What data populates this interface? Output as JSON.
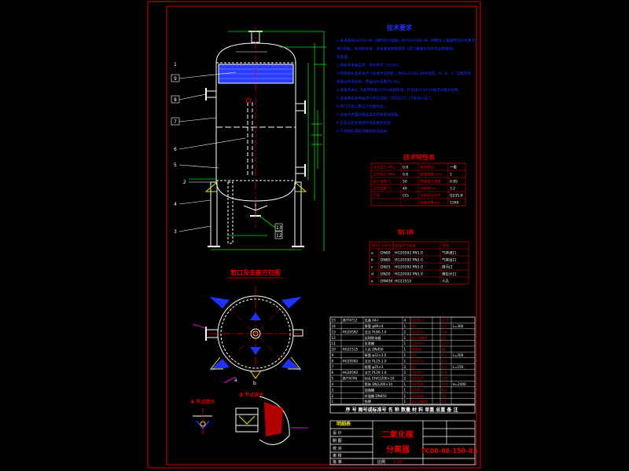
{
  "title_block": {
    "drawing_name_line1": "二氧化碳",
    "drawing_name_line2": "分离器",
    "drawing_number": "TC08-08-150-03",
    "header_row": "序 号 图号或标准号 名 称 数量 材 料 单重 总重 备 注",
    "parts_header": "明细表",
    "scale_label": "比例",
    "scale_value": "1:20"
  },
  "sections": {
    "tech_requirements_title": "技术要求",
    "tech_data_title": "技术特性表",
    "nozzle_table_title": "管口表",
    "orientation_title": "管口及支座方位图"
  },
  "tech_requirements_lines": [
    "1.本设备按GB150-98《钢制压力容器》及HG20584-98《钢制化工容器制造技术要求》",
    "进行制造、检验和验收，并接受劳动部颁发《压力容器安全技术监察规程》",
    "的监督。",
    "2.焊接采用电弧焊，焊条牌号：E4303。",
    "3.焊接接头型式及尺寸除图中注明外，按HG20583-98中规定，A、B、C、D类焊缝",
    "采用全焊透结构，焊接接头系数为0.85。",
    "4.设备壳体A、B类焊缝进行20%射线检测，符合JB4730-94规定III级为合格。",
    "5.设备制造完毕后进行水压试验，试验压力1.25倍设计压力。",
    "6.管口方位以管口方位图为准。",
    "7.设备外表面除锈后涂红丹防锈漆两遍。",
    "8.支座与筒体连接焊缝采用连续焊。",
    "9.不锈钢丝网除沫器按标准选用。"
  ],
  "tech_table": [
    [
      "设计压力 MPa",
      "0.8",
      "容器类别",
      "一类"
    ],
    [
      "工作压力 MPa",
      "0.6",
      "腐蚀裕量 mm",
      "1"
    ],
    [
      "设计温度 ℃",
      "50",
      "焊接接头系数",
      "0.85"
    ],
    [
      "工作温度 ℃",
      "40",
      "全容积 m³",
      "3.2"
    ],
    [
      "介质",
      "CO₂",
      "主要受压元件",
      "Q235-B"
    ],
    [
      "",
      "",
      "设备净重 kg",
      "1260"
    ]
  ],
  "nozzle_table": [
    [
      "符号",
      "公称尺寸",
      "连接尺寸标准",
      "用途"
    ],
    [
      "a",
      "DN80",
      "HG20592 PN1.0",
      "气体进口"
    ],
    [
      "b",
      "DN80",
      "HG20592 PN1.0",
      "气体出口"
    ],
    [
      "c",
      "DN25",
      "HG20592 PN1.0",
      "排污口"
    ],
    [
      "d",
      "DN20",
      "HG20592 PN1.0",
      "液位计口"
    ],
    [
      "e",
      "DN450",
      "HG21515",
      "人孔"
    ]
  ],
  "parts_rows": [
    [
      "15",
      "JB/T4712",
      "支座 A4-I",
      "4",
      "Q235-A",
      "",
      "32.8",
      ""
    ],
    [
      "14",
      "",
      "接管 φ89×4",
      "1",
      "20",
      "",
      "4.5",
      "L=300"
    ],
    [
      "13",
      "HG20592",
      "法兰 PL80-1.0",
      "2",
      "Q235-A",
      "",
      "5.8",
      ""
    ],
    [
      "12",
      "",
      "丝网除沫器",
      "1",
      "0Cr18Ni9",
      "",
      "35",
      ""
    ],
    [
      "11",
      "",
      "支承圈",
      "1",
      "Q235-A",
      "",
      "12.5",
      ""
    ],
    [
      "10",
      "HG21515",
      "人孔 DN450",
      "1",
      "组合件",
      "",
      "86",
      ""
    ],
    [
      "9",
      "",
      "接管 φ32×3.5",
      "1",
      "20",
      "",
      "0.6",
      "L=200"
    ],
    [
      "8",
      "HG20592",
      "法兰 PL25-1.0",
      "1",
      "Q235-A",
      "",
      "1.2",
      ""
    ],
    [
      "7",
      "",
      "接管 φ25×3",
      "2",
      "20",
      "",
      "0.4",
      "L=150"
    ],
    [
      "6",
      "HG20592",
      "法兰 PL20-1.0",
      "2",
      "Q235-A",
      "",
      "0.9",
      ""
    ],
    [
      "5",
      "JB/T4746",
      "封头 EHA1200×10",
      "2",
      "Q235-B",
      "",
      "135",
      ""
    ],
    [
      "4",
      "",
      "筒体 DN1200×10",
      "1",
      "Q235-B",
      "",
      "620",
      "H=2400"
    ],
    [
      "3",
      "",
      "加强圈",
      "1",
      "Q235-A",
      "",
      "8.6",
      ""
    ],
    [
      "2",
      "",
      "补强圈 DN450",
      "1",
      "Q235-B",
      "",
      "18",
      ""
    ],
    [
      "1",
      "",
      "铭牌",
      "1",
      "0Cr18Ni9",
      "",
      "0.5",
      ""
    ]
  ],
  "sign_rows": [
    "设 计",
    "制 图",
    "校 对",
    "审 核",
    "批 准"
  ],
  "leader_labels": [
    "9",
    "8",
    "7",
    "6",
    "5",
    "4",
    "3",
    "2",
    "1"
  ],
  "side_label_a": "a",
  "side_label_b": "b",
  "side_label_c": "13",
  "side_label_d": "12",
  "detail_a_title": "A 节点放大",
  "detail_b_title": "B 节点放大",
  "colors": {
    "frame": "#e00000",
    "vessel": "#ffffff",
    "dimension": "#00e000",
    "accent": "#0000ff",
    "text_blue": "#2030ff",
    "yellow": "#e6e600",
    "magenta": "#e000e0",
    "background": "#000000"
  }
}
